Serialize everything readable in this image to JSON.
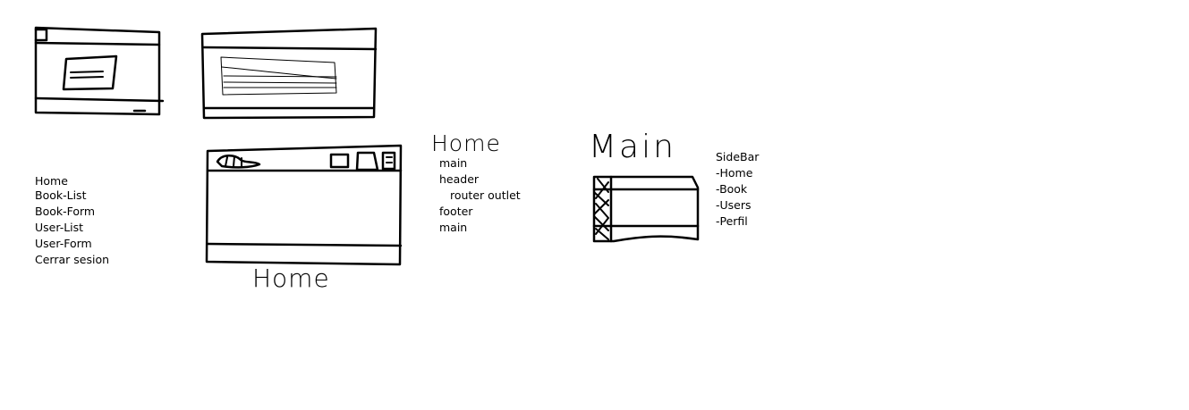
{
  "nav_list": [
    "Home",
    "Book-List",
    "Book-Form",
    "User-List",
    "User-Form",
    "Cerrar sesion"
  ],
  "home_caption": "Home",
  "home_structure": {
    "title": "Home",
    "items": [
      "main",
      "header",
      "router outlet",
      "footer",
      "main"
    ]
  },
  "main_title": "Main",
  "sidebar": {
    "title": "SideBar",
    "items": [
      "-Home",
      "-Book",
      "-Users",
      "-Perfil"
    ]
  }
}
